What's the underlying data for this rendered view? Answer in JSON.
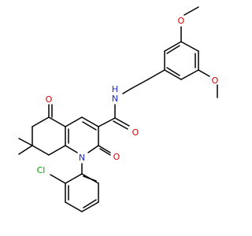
{
  "molecule": {
    "atoms": [
      {
        "id": "cl",
        "label": "Cl",
        "color": "#00a000"
      },
      {
        "id": "n1",
        "label": "N",
        "color": "#1f2bd1"
      },
      {
        "id": "o2",
        "label": "O",
        "color": "#d40000"
      },
      {
        "id": "o5",
        "label": "O",
        "color": "#d40000"
      },
      {
        "id": "oam",
        "label": "O",
        "color": "#d40000"
      },
      {
        "id": "nh",
        "label": "N",
        "color": "#1f2bd1"
      },
      {
        "id": "hh",
        "label": "H",
        "color": "#1f2bd1"
      },
      {
        "id": "ome1",
        "label": "O",
        "color": "#d40000"
      },
      {
        "id": "ome2",
        "label": "O",
        "color": "#d40000"
      }
    ]
  }
}
